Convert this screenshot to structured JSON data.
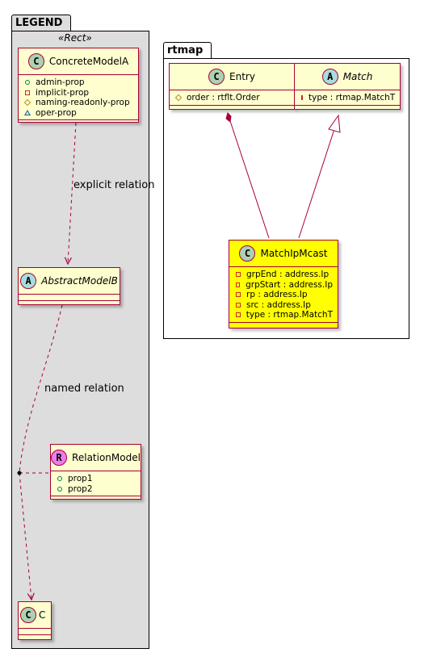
{
  "legend_package": {
    "title": "LEGEND",
    "stereotype": "«Rect»",
    "classes": {
      "concrete_model_a": {
        "kind": "C",
        "name": "ConcreteModelA",
        "attributes": [
          {
            "visibility": "public",
            "text": "admin-prop"
          },
          {
            "visibility": "private",
            "text": "implicit-prop"
          },
          {
            "visibility": "protected",
            "text": "naming-readonly-prop"
          },
          {
            "visibility": "package",
            "text": "oper-prop"
          }
        ]
      },
      "abstract_model_b": {
        "kind": "A",
        "name": "AbstractModelB"
      },
      "relation_model": {
        "kind": "R",
        "name": "RelationModel",
        "attributes": [
          {
            "visibility": "public",
            "text": "prop1"
          },
          {
            "visibility": "public",
            "text": "prop2"
          }
        ]
      },
      "c": {
        "kind": "C",
        "name": "C"
      }
    },
    "relations": {
      "explicit": "explicit relation",
      "named": "named relation"
    }
  },
  "rtmap_package": {
    "title": "rtmap",
    "classes": {
      "entry": {
        "kind": "C",
        "name": "Entry",
        "attributes": [
          {
            "visibility": "protected",
            "text": "order : rtflt.Order"
          }
        ]
      },
      "match": {
        "kind": "A",
        "name": "Match",
        "attributes": [
          {
            "visibility": "private",
            "text": "type : rtmap.MatchT"
          }
        ]
      },
      "match_ip_mcast": {
        "kind": "C",
        "name": "MatchIpMcast",
        "highlight_color": "#ffff00",
        "attributes": [
          {
            "visibility": "private",
            "text": "grpEnd : address.Ip"
          },
          {
            "visibility": "private",
            "text": "grpStart : address.Ip"
          },
          {
            "visibility": "private",
            "text": "rp : address.Ip"
          },
          {
            "visibility": "private",
            "text": "src : address.Ip"
          },
          {
            "visibility": "private",
            "text": "type : rtmap.MatchT"
          }
        ]
      }
    }
  },
  "colors": {
    "class_fill": "#fefece",
    "class_border": "#a80036",
    "package_fill": "#dddddd",
    "badge_class": "#add1b2",
    "badge_abstract": "#a9dcdf",
    "badge_relation": "#eb7dea"
  }
}
